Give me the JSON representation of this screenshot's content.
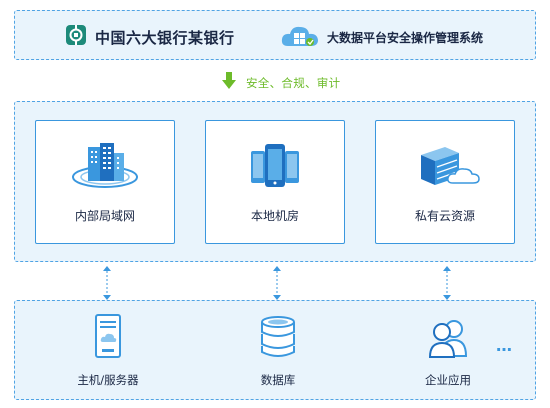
{
  "header": {
    "bank_name": "中国六大银行某银行",
    "system_name": "大数据平台安全操作管理系统"
  },
  "flow": {
    "label": "安全、合规、审计"
  },
  "environments": [
    {
      "label": "内部局域网",
      "icon": "building-network-icon"
    },
    {
      "label": "本地机房",
      "icon": "mobile-devices-icon"
    },
    {
      "label": "私有云资源",
      "icon": "cloud-server-icon"
    }
  ],
  "resources": [
    {
      "label": "主机/服务器",
      "icon": "server-icon"
    },
    {
      "label": "数据库",
      "icon": "database-icon"
    },
    {
      "label": "企业应用",
      "icon": "users-icon"
    }
  ],
  "more": "…",
  "colors": {
    "panel_fill": "#e9f4fc",
    "panel_border": "#4fa3e4",
    "accent_blue": "#3a97de",
    "arrow_green": "#6dbb2a",
    "text": "#1a2744"
  }
}
